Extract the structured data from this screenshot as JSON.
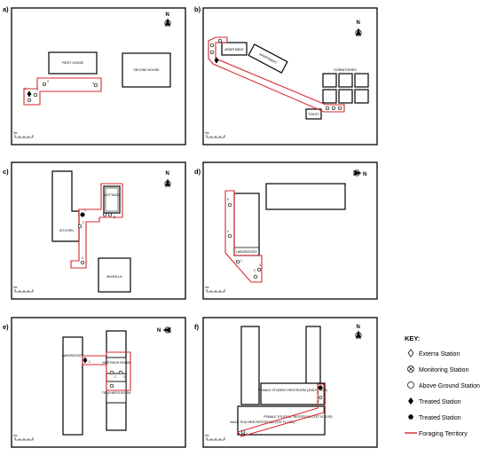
{
  "panels": [
    {
      "id": "a",
      "label": "a)",
      "buildings": [
        "FIRST HOUSE",
        "SECOND HOUSE"
      ],
      "station_numbers": [
        "1",
        "2",
        "3",
        "4"
      ]
    },
    {
      "id": "b",
      "label": "b)",
      "buildings": [
        "APARTMENT",
        "APARTMENT",
        "DORMITORIES",
        "TOILET"
      ]
    },
    {
      "id": "c",
      "label": "c)",
      "buildings": [
        "COTTAGE",
        "KITCHEN",
        "MUSOLLA"
      ],
      "station_numbers": [
        "1",
        "2",
        "3",
        "4"
      ]
    },
    {
      "id": "d",
      "label": "d)",
      "buildings": [
        "LABORATORY"
      ],
      "station_numbers": [
        "1",
        "2",
        "3",
        "4",
        "5"
      ]
    },
    {
      "id": "e",
      "label": "e)",
      "buildings": [
        "LABORATORY",
        "MEETINGS ROOM",
        "TEACHER'S ROOM"
      ],
      "station_numbers": [
        "1",
        "2",
        "3"
      ]
    },
    {
      "id": "f",
      "label": "f)",
      "buildings": [
        "FEMALE STUDENT RESTROOM (2ND FLOOR)",
        "FEMALE STUDENT RESTROOM (1ST FLOOR)",
        "MALE TEACHER RESTROOM (1ST FLOOR)"
      ],
      "station_numbers": [
        "1",
        "2",
        "3"
      ]
    }
  ],
  "north_label": "N",
  "scale_label": "0m",
  "key": {
    "title": "KEY:",
    "items": [
      {
        "symbol": "diamond-outline",
        "label": "Exterra Station"
      },
      {
        "symbol": "circle-cross",
        "label": "Monitoring Station"
      },
      {
        "symbol": "circle-outline",
        "label": "Above Ground Station"
      },
      {
        "symbol": "diamond-filled",
        "label": "Treated Station"
      },
      {
        "symbol": "hexagon-filled",
        "label": "Treated Station"
      },
      {
        "symbol": "red-line",
        "label": "Foraging Territory"
      }
    ]
  },
  "colors": {
    "territory": "#d7282f",
    "ink": "#000000"
  }
}
